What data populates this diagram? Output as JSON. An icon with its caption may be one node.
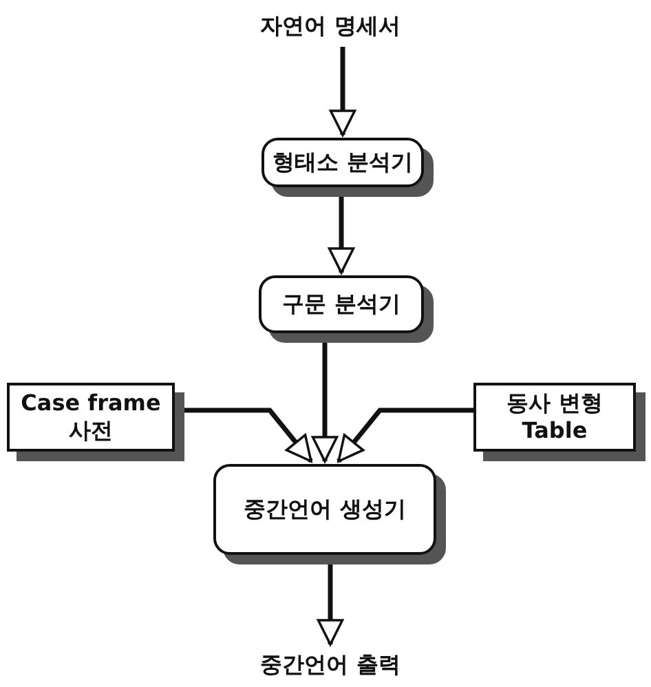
{
  "diagram": {
    "nodes": [
      {
        "text": [
          "자연어 명세서"
        ]
      },
      {
        "text": [
          "형태소 분석기"
        ]
      },
      {
        "text": [
          "구문 분석기"
        ]
      },
      {
        "text": [
          "Case frame 사전"
        ]
      },
      {
        "text": [
          "동사 변형 Table"
        ]
      },
      {
        "text": [
          "중간언어 생성기"
        ]
      },
      {
        "text": [
          "중간언어 출력"
        ]
      }
    ],
    "edges": [
      {
        "from": 0,
        "to": 1,
        "arrow": "to"
      },
      {
        "from": 1,
        "to": 2,
        "arrow": "to"
      },
      {
        "from": 2,
        "to": 5,
        "arrow": "to"
      },
      {
        "from": 3,
        "to": 5,
        "arrow": "to"
      },
      {
        "from": 4,
        "to": 5,
        "arrow": "to"
      },
      {
        "from": 5,
        "to": 6,
        "arrow": "to"
      }
    ]
  }
}
